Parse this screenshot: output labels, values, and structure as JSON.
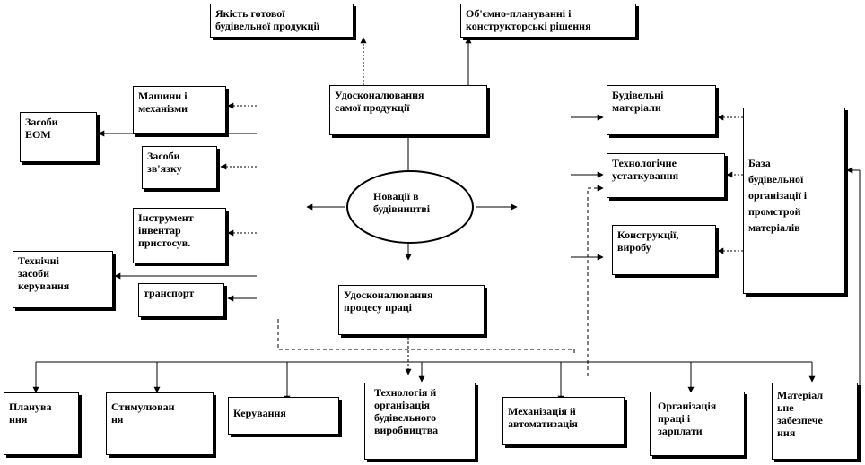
{
  "center": {
    "label": "Новації в\nбудівництві"
  },
  "top": {
    "quality": "Якість готової\nбудівельної продукції",
    "planning_solutions": "Об'ємно-плануванні і\nконструкторські рішення",
    "product_improvement": "Удосконалювання\nсамої продукції",
    "process_improvement": "Удосконалювання\nпроцесу праці"
  },
  "left": {
    "machines": "Машини і\nмеханізми",
    "computers": "Засоби\nЕОМ",
    "communication": "Засоби\nзв'язку",
    "instruments": "Інструмент\nінвентар\nпристосув.",
    "control_means": "Технічні\nзасоби\nкерування",
    "transport": "транспорт"
  },
  "right": {
    "building_materials": "Будівельні\nматеріали",
    "tech_equipment": "Технологічне\nустаткування",
    "structures": "Конструкції,\nвиробу",
    "base": "База\nбудівельної\nорганізації і\nпромстрой\nматеріалів"
  },
  "bottom": {
    "planning": "Планува\nння",
    "stimulation": "Стимулюван\nня",
    "management": "Керування",
    "technology": "Технологія й\nорганізація\nбудівельного\nвиробництва",
    "mechanization": "Механізація й\nавтоматизація",
    "labor_org": "Організація\nпраці і\nзарплати",
    "supply": "Матеріал\nьне\nзабезпече\nння"
  }
}
